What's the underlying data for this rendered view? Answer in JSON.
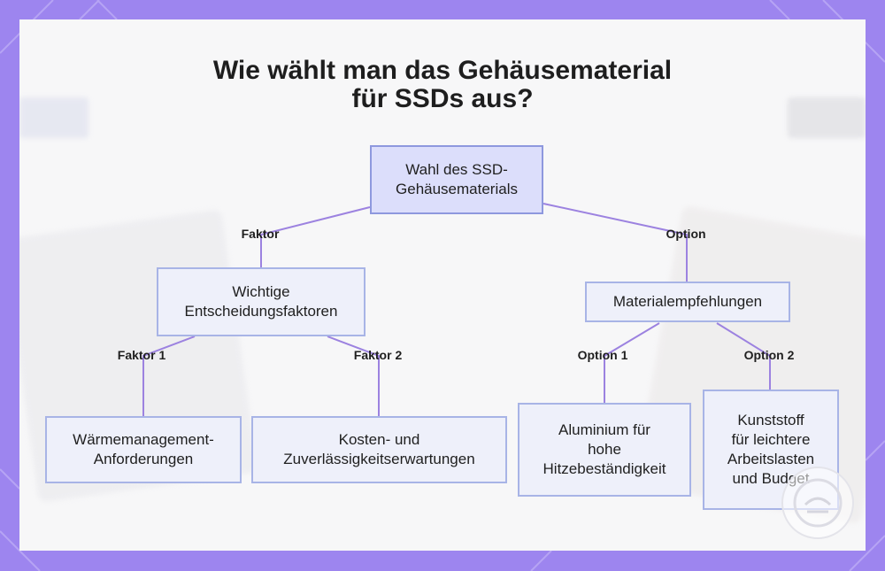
{
  "title": {
    "line1": "Wie wählt man das Gehäusematerial",
    "line2": "für SSDs aus?"
  },
  "nodes": {
    "root": {
      "line1": "Wahl des SSD-",
      "line2": "Gehäusematerials"
    },
    "factors": {
      "line1": "Wichtige",
      "line2": "Entscheidungsfaktoren"
    },
    "materials": {
      "line1": "Materialempfehlungen"
    },
    "heat": {
      "line1": "Wärmemanagement-",
      "line2": "Anforderungen"
    },
    "cost": {
      "line1": "Kosten- und",
      "line2": "Zuverlässigkeitserwartungen"
    },
    "aluminium": {
      "line1": "Aluminium für",
      "line2": "hohe",
      "line3": "Hitzebeständigkeit"
    },
    "plastic": {
      "line1": "Kunststoff",
      "line2": "für leichtere",
      "line3": "Arbeitslasten",
      "line4": "und Budget"
    }
  },
  "edge_labels": {
    "factor": "Faktor",
    "option": "Option",
    "factor1": "Faktor 1",
    "factor2": "Faktor 2",
    "option1": "Option 1",
    "option2": "Option 2"
  },
  "colors": {
    "frame": "#9d85ef",
    "edge": "#9c82e0",
    "node_border": "#a8b4e6",
    "node_fill": "#eef0fa",
    "root_fill": "#dcdefb"
  },
  "icons": {
    "logo": "brand-badge-icon"
  }
}
